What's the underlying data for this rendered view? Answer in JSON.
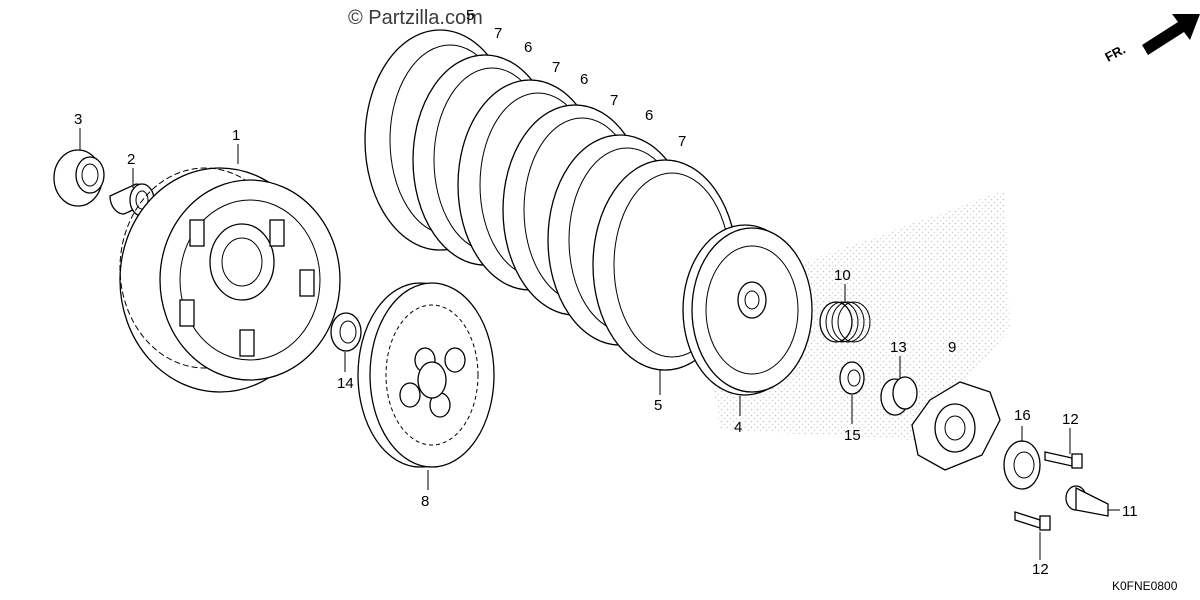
{
  "watermark": "© Partzilla.com",
  "front_marker": "FR.",
  "diagram_code": "K0FNE0800",
  "callouts": [
    {
      "id": "c1",
      "text": "1"
    },
    {
      "id": "c2",
      "text": "2"
    },
    {
      "id": "c3",
      "text": "3"
    },
    {
      "id": "c4",
      "text": "4"
    },
    {
      "id": "c5a",
      "text": "5"
    },
    {
      "id": "c5b",
      "text": "5"
    },
    {
      "id": "c6a",
      "text": "6"
    },
    {
      "id": "c6b",
      "text": "6"
    },
    {
      "id": "c6c",
      "text": "6"
    },
    {
      "id": "c7a",
      "text": "7"
    },
    {
      "id": "c7b",
      "text": "7"
    },
    {
      "id": "c7c",
      "text": "7"
    },
    {
      "id": "c7d",
      "text": "7"
    },
    {
      "id": "c8",
      "text": "8"
    },
    {
      "id": "c9",
      "text": "9"
    },
    {
      "id": "c10",
      "text": "10"
    },
    {
      "id": "c11",
      "text": "11"
    },
    {
      "id": "c12a",
      "text": "12"
    },
    {
      "id": "c12b",
      "text": "12"
    },
    {
      "id": "c13",
      "text": "13"
    },
    {
      "id": "c14",
      "text": "14"
    },
    {
      "id": "c15",
      "text": "15"
    },
    {
      "id": "c16",
      "text": "16"
    }
  ]
}
